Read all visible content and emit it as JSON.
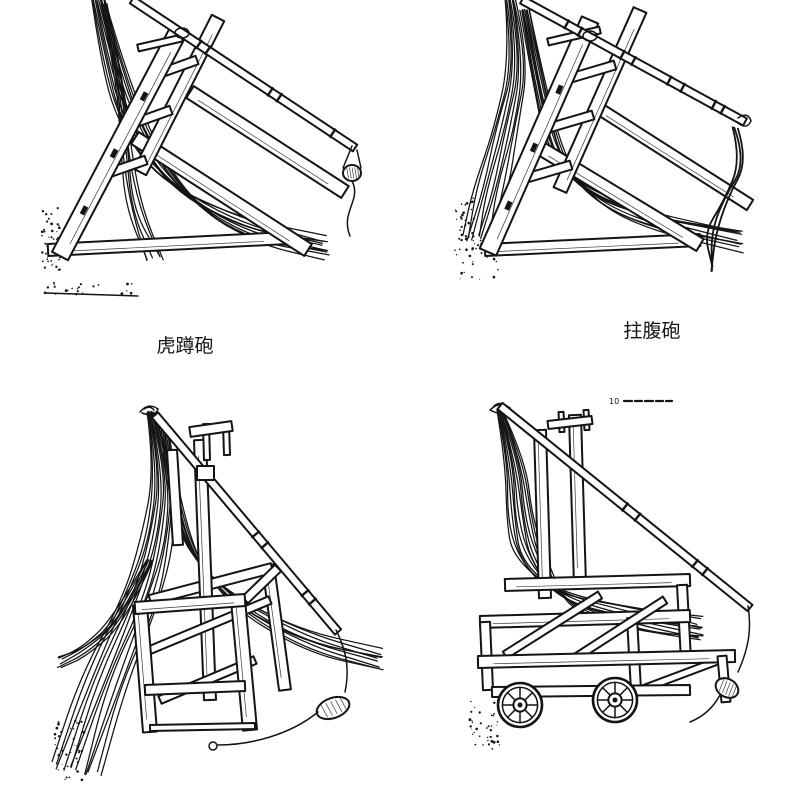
{
  "labels": {
    "hudun_pao": "虎蹲砲",
    "zhufu_pao": "拄腹砲"
  },
  "figure_note": {
    "number": "10"
  },
  "colors": {
    "ink": "#141414",
    "paper": "#ffffff"
  }
}
